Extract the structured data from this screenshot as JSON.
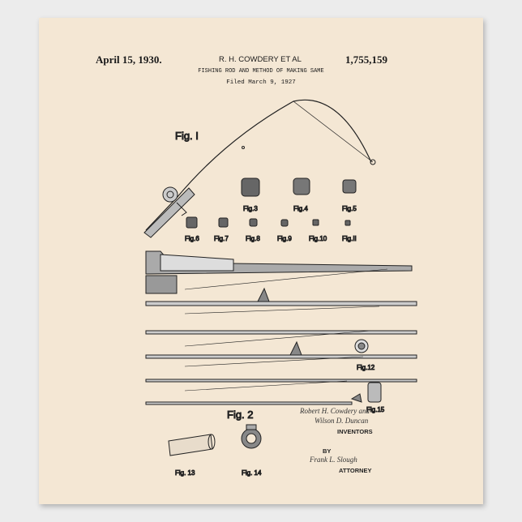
{
  "header": {
    "date": "April 15, 1930.",
    "inventor": "R. H. COWDERY ET AL",
    "patent_number": "1,755,159",
    "title": "FISHING ROD AND METHOD OF MAKING SAME",
    "filed": "Filed March 9, 1927"
  },
  "figures": {
    "fig1": "Fig. I",
    "fig2": "Fig. 2",
    "fig3": "Fig.3",
    "fig4": "Fig.4",
    "fig5": "Fig.5",
    "fig6": "Fig.6",
    "fig7": "Fig.7",
    "fig8": "Fig.8",
    "fig9": "Fig.9",
    "fig10": "Fig.10",
    "fig11": "Fig.II",
    "fig12": "Fig.12",
    "fig13": "Fig. 13",
    "fig14": "Fig. 14",
    "fig15": "Fig.15"
  },
  "signatures": {
    "inventor_sig1": "Robert H. Cowdery and",
    "inventor_sig2": "Wilson D. Duncan",
    "inventors_label": "INVENTORS",
    "by_label": "BY",
    "attorney_sig": "Frank L. Slough",
    "attorney_label": "ATTORNEY"
  },
  "colors": {
    "paper": "#f4e7d4",
    "ink": "#1a1a1a"
  }
}
